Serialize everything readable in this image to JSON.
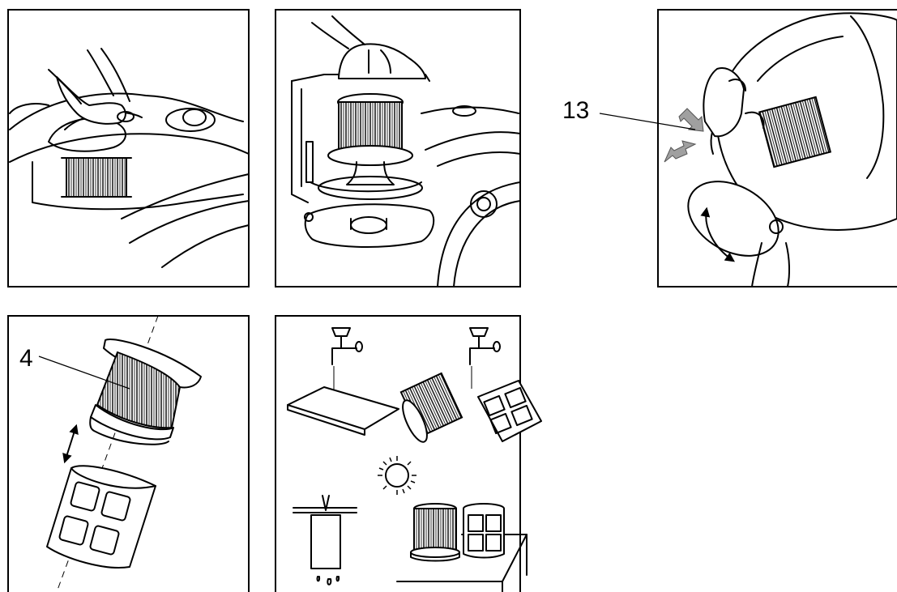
{
  "panels": [
    {
      "id": "panel-1",
      "callout": ""
    },
    {
      "id": "panel-2",
      "callout": ""
    },
    {
      "id": "panel-3",
      "callout": "13"
    },
    {
      "id": "panel-4",
      "callout": "4"
    },
    {
      "id": "panel-5",
      "callout": ""
    }
  ],
  "icons": {
    "panel_1": [
      "hand-icon",
      "vacuum-lid-icon",
      "filter-cartridge-icon"
    ],
    "panel_2": [
      "hand-icon",
      "vacuum-body-icon",
      "filter-cartridge-icon"
    ],
    "panel_3": [
      "hand-icon",
      "dust-container-icon",
      "press-arrow-icon",
      "rotate-arrow-icon"
    ],
    "panel_4": [
      "pleated-filter-icon",
      "filter-cover-icon",
      "double-arrow-icon"
    ],
    "panel_5": [
      "faucet-icon",
      "sun-icon",
      "drying-filter-icon",
      "table-icon"
    ]
  },
  "colors": {
    "line": "#000000",
    "background": "#ffffff",
    "arrow_fill": "#a0a0a0"
  }
}
